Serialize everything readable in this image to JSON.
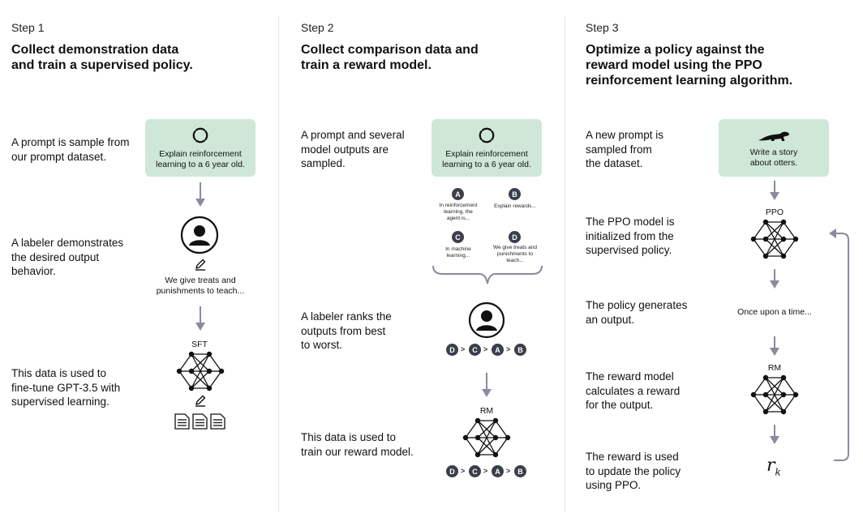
{
  "colors": {
    "box_bg": "#cfe7d7",
    "arrow": "#8a8aa0",
    "badge": "#3a3f4a",
    "divider": "#e3e3e3"
  },
  "step1": {
    "label": "Step 1",
    "title": [
      "Collect demonstration data",
      "and train a supervised policy."
    ],
    "desc1": [
      "A prompt is sample from",
      "our prompt dataset."
    ],
    "desc2": [
      "A labeler demonstrates",
      "the desired output",
      "behavior."
    ],
    "desc3": [
      "This data is used to",
      "fine-tune GPT-3.5 with",
      "supervised learning."
    ],
    "prompt": [
      "Explain reinforcement",
      "learning to a 6 year old."
    ],
    "demo_output": [
      "We give treats and",
      "punishments to teach..."
    ],
    "model_label": "SFT",
    "icons": [
      "cycle-icon",
      "person-icon",
      "pencil-icon",
      "network-icon",
      "pencil-icon",
      "document-icon"
    ]
  },
  "step2": {
    "label": "Step 2",
    "title": [
      "Collect comparison data and",
      "train a reward model."
    ],
    "desc1": [
      "A prompt and several",
      "model outputs are",
      "sampled."
    ],
    "desc2": [
      "A labeler ranks the",
      "outputs from best",
      "to worst."
    ],
    "desc3": [
      "This data is used to",
      "train our reward model."
    ],
    "prompt": [
      "Explain reinforcement",
      "learning to a 6 year old."
    ],
    "outputs": [
      {
        "letter": "A",
        "text": [
          "In reinforcement",
          "learning, the",
          "agent is..."
        ]
      },
      {
        "letter": "B",
        "text": [
          "Explain rewards..."
        ]
      },
      {
        "letter": "C",
        "text": [
          "In machine",
          "learning..."
        ]
      },
      {
        "letter": "D",
        "text": [
          "We give treats and",
          "punishments to",
          "teach..."
        ]
      }
    ],
    "ranking": [
      "D",
      "C",
      "A",
      "B"
    ],
    "ranking_sep": ">",
    "model_label": "RM",
    "icons": [
      "cycle-icon",
      "brace-icon",
      "person-icon",
      "network-icon"
    ]
  },
  "step3": {
    "label": "Step 3",
    "title": [
      "Optimize a policy against the",
      "reward model using the PPO",
      "reinforcement learning algorithm."
    ],
    "desc1": [
      "A new prompt is",
      "sampled from",
      "the dataset."
    ],
    "desc2": [
      "The PPO model is",
      "initialized from the",
      "supervised policy."
    ],
    "desc3": [
      "The policy generates",
      "an output."
    ],
    "desc4": [
      "The reward model",
      "calculates a reward",
      "for the output."
    ],
    "desc5": [
      "The reward is used",
      "to update the policy",
      "using PPO."
    ],
    "prompt": [
      "Write a story",
      "about otters."
    ],
    "ppo_label": "PPO",
    "output": "Once upon a time...",
    "rm_label": "RM",
    "reward_symbol": "r",
    "reward_sub": "k",
    "icons": [
      "otter-icon",
      "network-icon",
      "feedback-loop-icon"
    ]
  }
}
